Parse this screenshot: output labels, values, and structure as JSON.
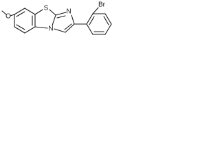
{
  "molecule": {
    "atoms": {
      "oxygen": "O",
      "sulfur": "S",
      "nitrogen_top": "N",
      "nitrogen_bridge": "N",
      "bromine": "Br"
    },
    "colors": {
      "ink": "#1a1a1a",
      "background": "#ffffff"
    }
  }
}
